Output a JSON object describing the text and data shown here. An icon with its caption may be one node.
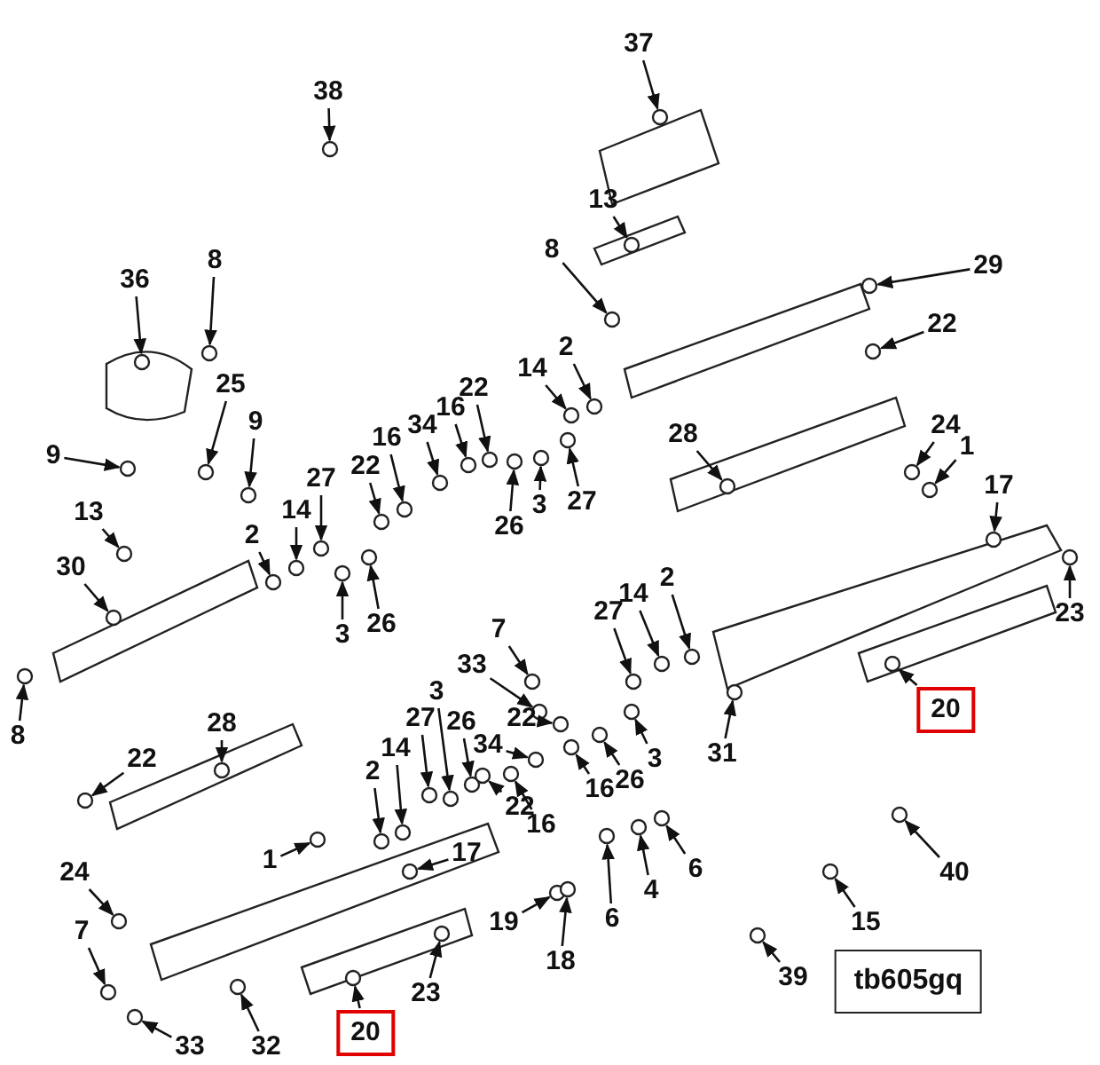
{
  "diagram": {
    "nodes": [
      {
        "text": [
          "38"
        ]
      },
      {
        "text": [
          "37"
        ]
      },
      {
        "text": [
          "13"
        ]
      },
      {
        "text": [
          "8"
        ]
      },
      {
        "text": [
          "29"
        ]
      },
      {
        "text": [
          "22"
        ]
      },
      {
        "text": [
          "36"
        ]
      },
      {
        "text": [
          "8"
        ]
      },
      {
        "text": [
          "25"
        ]
      },
      {
        "text": [
          "9"
        ]
      },
      {
        "text": [
          "9"
        ]
      },
      {
        "text": [
          "13"
        ]
      },
      {
        "text": [
          "30"
        ]
      },
      {
        "text": [
          "2"
        ]
      },
      {
        "text": [
          "14"
        ]
      },
      {
        "text": [
          "27"
        ]
      },
      {
        "text": [
          "3"
        ]
      },
      {
        "text": [
          "26"
        ]
      },
      {
        "text": [
          "22"
        ]
      },
      {
        "text": [
          "16"
        ]
      },
      {
        "text": [
          "34"
        ]
      },
      {
        "text": [
          "16"
        ]
      },
      {
        "text": [
          "22"
        ]
      },
      {
        "text": [
          "26"
        ]
      },
      {
        "text": [
          "3"
        ]
      },
      {
        "text": [
          "27"
        ]
      },
      {
        "text": [
          "14"
        ]
      },
      {
        "text": [
          "2"
        ]
      },
      {
        "text": [
          "28"
        ]
      },
      {
        "text": [
          "24"
        ]
      },
      {
        "text": [
          "1"
        ]
      },
      {
        "text": [
          "17"
        ]
      },
      {
        "text": [
          "23"
        ]
      },
      {
        "text": [
          "20"
        ]
      },
      {
        "text": [
          "8"
        ]
      },
      {
        "text": [
          "28"
        ]
      },
      {
        "text": [
          "22"
        ]
      },
      {
        "text": [
          "7"
        ]
      },
      {
        "text": [
          "33"
        ]
      },
      {
        "text": [
          "27"
        ]
      },
      {
        "text": [
          "14"
        ]
      },
      {
        "text": [
          "2"
        ]
      },
      {
        "text": [
          "31"
        ]
      },
      {
        "text": [
          "34"
        ]
      },
      {
        "text": [
          "22"
        ]
      },
      {
        "text": [
          "3"
        ]
      },
      {
        "text": [
          "27"
        ]
      },
      {
        "text": [
          "26"
        ]
      },
      {
        "text": [
          "2"
        ]
      },
      {
        "text": [
          "14"
        ]
      },
      {
        "text": [
          "26"
        ]
      },
      {
        "text": [
          "3"
        ]
      },
      {
        "text": [
          "16"
        ]
      },
      {
        "text": [
          "16"
        ]
      },
      {
        "text": [
          "22"
        ]
      },
      {
        "text": [
          "1"
        ]
      },
      {
        "text": [
          "17"
        ]
      },
      {
        "text": [
          "24"
        ]
      },
      {
        "text": [
          "7"
        ]
      },
      {
        "text": [
          "33"
        ]
      },
      {
        "text": [
          "32"
        ]
      },
      {
        "text": [
          "20"
        ]
      },
      {
        "text": [
          "23"
        ]
      },
      {
        "text": [
          "19"
        ]
      },
      {
        "text": [
          "18"
        ]
      },
      {
        "text": [
          "6"
        ]
      },
      {
        "text": [
          "4"
        ]
      },
      {
        "text": [
          "6"
        ]
      },
      {
        "text": [
          "40"
        ]
      },
      {
        "text": [
          "15"
        ]
      },
      {
        "text": [
          "39"
        ]
      },
      {
        "text": [
          "tb605gq"
        ]
      },
      {
        "text": [],
        "shape": "circle"
      },
      {
        "text": [],
        "shape": "circle"
      },
      {
        "text": [],
        "shape": "circle"
      },
      {
        "text": [],
        "shape": "circle"
      },
      {
        "text": [],
        "shape": "circle"
      },
      {
        "text": [],
        "shape": "circle"
      },
      {
        "text": [],
        "shape": "circle"
      },
      {
        "text": [],
        "shape": "circle"
      },
      {
        "text": [],
        "shape": "circle"
      },
      {
        "text": [],
        "shape": "circle"
      },
      {
        "text": [],
        "shape": "circle"
      },
      {
        "text": [],
        "shape": "circle"
      },
      {
        "text": [],
        "shape": "circle"
      },
      {
        "text": [],
        "shape": "circle"
      },
      {
        "text": [],
        "shape": "circle"
      },
      {
        "text": [],
        "shape": "circle"
      },
      {
        "text": [],
        "shape": "circle"
      },
      {
        "text": [],
        "shape": "circle"
      },
      {
        "text": [],
        "shape": "circle"
      },
      {
        "text": [],
        "shape": "circle"
      },
      {
        "text": [],
        "shape": "circle"
      },
      {
        "text": [],
        "shape": "circle"
      },
      {
        "text": [],
        "shape": "circle"
      },
      {
        "text": [],
        "shape": "circle"
      },
      {
        "text": [],
        "shape": "circle"
      },
      {
        "text": [],
        "shape": "circle"
      },
      {
        "text": [],
        "shape": "circle"
      },
      {
        "text": [],
        "shape": "circle"
      },
      {
        "text": [],
        "shape": "circle"
      },
      {
        "text": [],
        "shape": "circle"
      },
      {
        "text": [],
        "shape": "circle"
      },
      {
        "text": [],
        "shape": "circle"
      },
      {
        "text": [],
        "shape": "circle"
      },
      {
        "text": [],
        "shape": "circle"
      },
      {
        "text": [],
        "shape": "circle"
      },
      {
        "text": [],
        "shape": "circle"
      },
      {
        "text": [],
        "shape": "circle"
      },
      {
        "text": [],
        "shape": "circle"
      },
      {
        "text": [],
        "shape": "circle"
      },
      {
        "text": [],
        "shape": "circle"
      },
      {
        "text": [],
        "shape": "circle"
      },
      {
        "text": [],
        "shape": "circle"
      },
      {
        "text": [],
        "shape": "circle"
      },
      {
        "text": [],
        "shape": "circle"
      },
      {
        "text": [],
        "shape": "circle"
      },
      {
        "text": [],
        "shape": "circle"
      },
      {
        "text": [],
        "shape": "circle"
      },
      {
        "text": [],
        "shape": "circle"
      },
      {
        "text": [],
        "shape": "circle"
      },
      {
        "text": [],
        "shape": "circle"
      },
      {
        "text": [],
        "shape": "circle"
      },
      {
        "text": [],
        "shape": "circle"
      },
      {
        "text": [],
        "shape": "circle"
      },
      {
        "text": [],
        "shape": "circle"
      },
      {
        "text": [],
        "shape": "circle"
      },
      {
        "text": [],
        "shape": "circle"
      },
      {
        "text": [],
        "shape": "circle"
      },
      {
        "text": [],
        "shape": "circle"
      },
      {
        "text": [],
        "shape": "circle"
      },
      {
        "text": [],
        "shape": "circle"
      },
      {
        "text": [],
        "shape": "circle"
      },
      {
        "text": [],
        "shape": "circle"
      },
      {
        "text": [],
        "shape": "circle"
      },
      {
        "text": [],
        "shape": "circle"
      },
      {
        "text": [],
        "shape": "circle"
      },
      {
        "text": [],
        "shape": "circle"
      },
      {
        "text": [],
        "shape": "circle"
      },
      {
        "text": [],
        "shape": "circle"
      },
      {
        "text": [],
        "shape": "circle"
      },
      {
        "text": [],
        "shape": "circle"
      },
      {
        "text": [],
        "shape": "circle"
      }
    ],
    "edges": [
      {
        "from": 0,
        "to": 72,
        "arrow": "to"
      },
      {
        "from": 1,
        "to": 73,
        "arrow": "to"
      },
      {
        "from": 2,
        "to": 74,
        "arrow": "to"
      },
      {
        "from": 3,
        "to": 75,
        "arrow": "to"
      },
      {
        "from": 4,
        "to": 76,
        "arrow": "to"
      },
      {
        "from": 5,
        "to": 77,
        "arrow": "to"
      },
      {
        "from": 6,
        "to": 78,
        "arrow": "to"
      },
      {
        "from": 7,
        "to": 79,
        "arrow": "to"
      },
      {
        "from": 8,
        "to": 80,
        "arrow": "to"
      },
      {
        "from": 9,
        "to": 81,
        "arrow": "to"
      },
      {
        "from": 10,
        "to": 82,
        "arrow": "to"
      },
      {
        "from": 11,
        "to": 83,
        "arrow": "to"
      },
      {
        "from": 12,
        "to": 84,
        "arrow": "to"
      },
      {
        "from": 13,
        "to": 85,
        "arrow": "to"
      },
      {
        "from": 14,
        "to": 86,
        "arrow": "to"
      },
      {
        "from": 15,
        "to": 87,
        "arrow": "to"
      },
      {
        "from": 16,
        "to": 88,
        "arrow": "to"
      },
      {
        "from": 17,
        "to": 89,
        "arrow": "to"
      },
      {
        "from": 18,
        "to": 90,
        "arrow": "to"
      },
      {
        "from": 19,
        "to": 91,
        "arrow": "to"
      },
      {
        "from": 20,
        "to": 92,
        "arrow": "to"
      },
      {
        "from": 21,
        "to": 93,
        "arrow": "to"
      },
      {
        "from": 22,
        "to": 94,
        "arrow": "to"
      },
      {
        "from": 23,
        "to": 95,
        "arrow": "to"
      },
      {
        "from": 24,
        "to": 96,
        "arrow": "to"
      },
      {
        "from": 25,
        "to": 97,
        "arrow": "to"
      },
      {
        "from": 26,
        "to": 98,
        "arrow": "to"
      },
      {
        "from": 27,
        "to": 99,
        "arrow": "to"
      },
      {
        "from": 28,
        "to": 100,
        "arrow": "to"
      },
      {
        "from": 29,
        "to": 101,
        "arrow": "to"
      },
      {
        "from": 30,
        "to": 102,
        "arrow": "to"
      },
      {
        "from": 31,
        "to": 103,
        "arrow": "to"
      },
      {
        "from": 32,
        "to": 104,
        "arrow": "to"
      },
      {
        "from": 33,
        "to": 105,
        "arrow": "to"
      },
      {
        "from": 34,
        "to": 106,
        "arrow": "to"
      },
      {
        "from": 35,
        "to": 107,
        "arrow": "to"
      },
      {
        "from": 36,
        "to": 108,
        "arrow": "to"
      },
      {
        "from": 37,
        "to": 109,
        "arrow": "to"
      },
      {
        "from": 38,
        "to": 110,
        "arrow": "to"
      },
      {
        "from": 39,
        "to": 111,
        "arrow": "to"
      },
      {
        "from": 40,
        "to": 112,
        "arrow": "to"
      },
      {
        "from": 41,
        "to": 113,
        "arrow": "to"
      },
      {
        "from": 42,
        "to": 114,
        "arrow": "to"
      },
      {
        "from": 43,
        "to": 115,
        "arrow": "to"
      },
      {
        "from": 44,
        "to": 116,
        "arrow": "to"
      },
      {
        "from": 45,
        "to": 117,
        "arrow": "to"
      },
      {
        "from": 46,
        "to": 118,
        "arrow": "to"
      },
      {
        "from": 47,
        "to": 119,
        "arrow": "to"
      },
      {
        "from": 48,
        "to": 120,
        "arrow": "to"
      },
      {
        "from": 49,
        "to": 121,
        "arrow": "to"
      },
      {
        "from": 50,
        "to": 122,
        "arrow": "to"
      },
      {
        "from": 51,
        "to": 123,
        "arrow": "to"
      },
      {
        "from": 52,
        "to": 124,
        "arrow": "to"
      },
      {
        "from": 53,
        "to": 125,
        "arrow": "to"
      },
      {
        "from": 54,
        "to": 126,
        "arrow": "to"
      },
      {
        "from": 55,
        "to": 127,
        "arrow": "to"
      },
      {
        "from": 56,
        "to": 128,
        "arrow": "to"
      },
      {
        "from": 57,
        "to": 129,
        "arrow": "to"
      },
      {
        "from": 58,
        "to": 130,
        "arrow": "to"
      },
      {
        "from": 59,
        "to": 131,
        "arrow": "to"
      },
      {
        "from": 60,
        "to": 132,
        "arrow": "to"
      },
      {
        "from": 61,
        "to": 133,
        "arrow": "to"
      },
      {
        "from": 62,
        "to": 134,
        "arrow": "to"
      },
      {
        "from": 63,
        "to": 135,
        "arrow": "to"
      },
      {
        "from": 64,
        "to": 136,
        "arrow": "to"
      },
      {
        "from": 65,
        "to": 137,
        "arrow": "to"
      },
      {
        "from": 66,
        "to": 138,
        "arrow": "to"
      },
      {
        "from": 67,
        "to": 139,
        "arrow": "to"
      },
      {
        "from": 68,
        "to": 140,
        "arrow": "to"
      },
      {
        "from": 69,
        "to": 141,
        "arrow": "to"
      },
      {
        "from": 70,
        "to": 142,
        "arrow": "to"
      }
    ]
  }
}
